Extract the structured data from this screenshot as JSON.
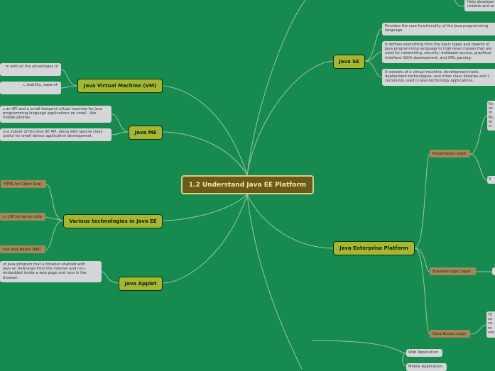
{
  "center": "1.2 Understand Java EE Platform",
  "branches": {
    "jvm": {
      "label": "Java Virtual Machine (VM)",
      "leaves": [
        "m with all the advantages of",
        "r, stability, ease-of-"
      ]
    },
    "me": {
      "label": "Java ME",
      "leaves": [
        "s an API and a small-footprint virtual machine for Java programming language applications on small , like mobile phones.",
        "is a subset of the Java SE API, along with special class useful for small device application development."
      ]
    },
    "tech": {
      "label": "Various technologies in Java EE",
      "leaves": [
        "HTML for Client Side",
        "s / JSP for server side",
        "rise Java Beans (EJB)"
      ]
    },
    "applet": {
      "label": "Java Applet",
      "leaves": [
        "of Java program that a browser enabled with Java an download from the internet and run-- embedded inside a web page and runs in the browser."
      ]
    },
    "se": {
      "label": "Java SE",
      "leaves": [
        "Provides the core functionality of the Java programming language.",
        "It defines everything from the basic types and objects of Java programming language to high-level classes that are used for networking, security, database access, graphical interface (GUI) development, and XML parsing.",
        "It consists of a virtual machine, development tools, deployment technologies, and other class libraries and t commonly used in Java technology applications."
      ]
    },
    "ee": {
      "label": "Java Enterprise Platform",
      "sub": [
        "Presentation Logic",
        "Business Logic Layer",
        "Data Access Logic"
      ],
      "pres_leaves": [
        "Kn wi th Bu te vi",
        "3"
      ],
      "data_leaf": "Th co co re sim"
    },
    "top": {
      "leaf": "Help develope reliable and se"
    },
    "bottom": {
      "leaves": [
        "Web Application",
        "Mobile Application"
      ]
    }
  }
}
